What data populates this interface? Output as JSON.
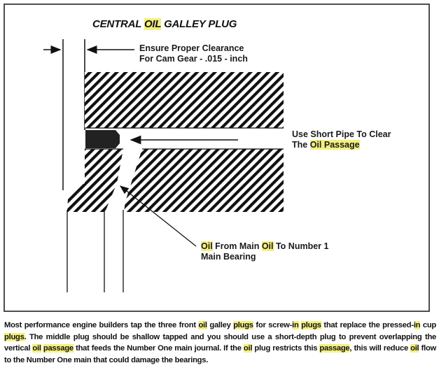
{
  "title": {
    "before": "CENTRAL ",
    "highlight": "OIL",
    "after": " GALLEY PLUG"
  },
  "labels": {
    "clearance": [
      "Ensure Proper Clearance",
      "For Cam Gear - .015 - inch"
    ],
    "pipe": {
      "line1": "Use Short Pipe To Clear",
      "line2_before": "The ",
      "line2_hl1": "Oil",
      "line2_space": " ",
      "line2_hl2": "Passage"
    },
    "oil_from": {
      "hl": "Oil",
      "mid1": " From Main ",
      "hl2": "Oil",
      "mid2": " To Number 1",
      "line2": "Main Bearing"
    }
  },
  "caption": [
    {
      "t": "Most performance engine builders tap the three front "
    },
    {
      "t": "oil",
      "hl": true
    },
    {
      "t": " galley "
    },
    {
      "t": "plugs",
      "hl": true
    },
    {
      "t": " for screw-"
    },
    {
      "t": "in",
      "hl": true
    },
    {
      "t": " "
    },
    {
      "t": "plugs",
      "hl": true
    },
    {
      "t": " that replace the pressed-"
    },
    {
      "t": "in",
      "hl": true
    },
    {
      "t": " cup "
    },
    {
      "t": "plugs",
      "hl": true
    },
    {
      "t": ". The middle plug should be shallow tapped and you should use a short-depth plug to prevent overlapping the vertical "
    },
    {
      "t": "oil",
      "hl": true
    },
    {
      "t": " "
    },
    {
      "t": "passage",
      "hl": true
    },
    {
      "t": " that feeds the Number One main journal. If the "
    },
    {
      "t": "oil",
      "hl": true
    },
    {
      "t": " plug restricts this "
    },
    {
      "t": "passage",
      "hl": true
    },
    {
      "t": ", this will reduce "
    },
    {
      "t": "oil",
      "hl": true
    },
    {
      "t": " flow to the Number One main that could damage the bearings."
    }
  ],
  "colors": {
    "highlight": "#f3f07c",
    "ink": "#111111"
  }
}
